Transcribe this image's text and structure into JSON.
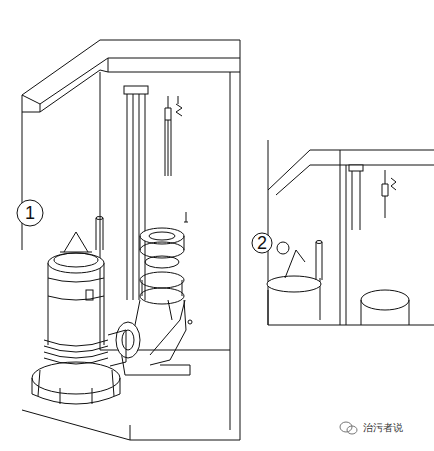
{
  "diagram": {
    "labels": [
      "1",
      "2",
      "治污者说"
    ]
  }
}
